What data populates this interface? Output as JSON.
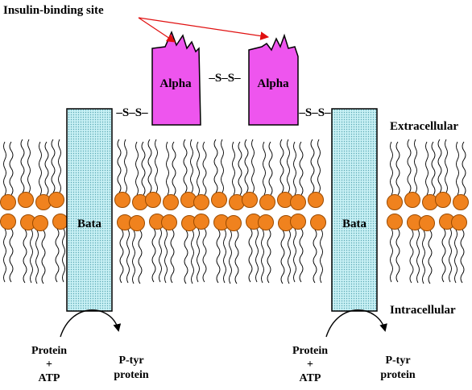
{
  "labels": {
    "binding_site": "Insulin-binding site",
    "alpha_left": "Alpha",
    "alpha_right": "Alpha",
    "beta_left": "Bata",
    "beta_right": "Bata",
    "ss_center": "–S–S–",
    "ss_left": "–S–S–",
    "ss_right": "–S–S–",
    "extracellular": "Extracellular",
    "intracellular": "Intracellular",
    "left_substrate_line1": "Protein",
    "left_substrate_line2": "+",
    "left_substrate_line3": "ATP",
    "left_product_line1": "P-tyr",
    "left_product_line2": "protein",
    "right_substrate_line1": "Protein",
    "right_substrate_line2": "+",
    "right_substrate_line3": "ATP",
    "right_product_line1": "P-tyr",
    "right_product_line2": "protein"
  },
  "colors": {
    "alpha_fill": "#ee55ee",
    "beta_fill": "#b4e6ec",
    "lipid_head": "#f0821e",
    "lipid_outline": "#9a4a00",
    "arrow_red": "#e01010",
    "ink": "#000000"
  }
}
